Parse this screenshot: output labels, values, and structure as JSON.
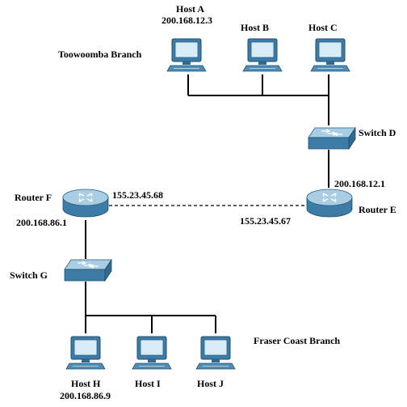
{
  "branches": {
    "toowoomba": "Toowoomba Branch",
    "fraser_coast": "Fraser Coast Branch"
  },
  "hosts": {
    "a": {
      "name": "Host A",
      "ip": "200.168.12.3"
    },
    "b": {
      "name": "Host B"
    },
    "c": {
      "name": "Host C"
    },
    "h": {
      "name": "Host H",
      "ip": "200.168.86.9"
    },
    "i": {
      "name": "Host I"
    },
    "j": {
      "name": "Host J"
    }
  },
  "switches": {
    "d": {
      "name": "Switch D"
    },
    "g": {
      "name": "Switch G"
    }
  },
  "routers": {
    "e": {
      "name": "Router E",
      "ip_lan": "200.168.12.1",
      "ip_wan": "155.23.45.67"
    },
    "f": {
      "name": "Router F",
      "ip_lan": "200.168.86.1",
      "ip_wan": "155.23.45.68"
    }
  },
  "colors": {
    "device_body": "#3d7ca6",
    "device_light": "#a9cde2",
    "screen": "#d7ecf7",
    "line": "#000000"
  }
}
